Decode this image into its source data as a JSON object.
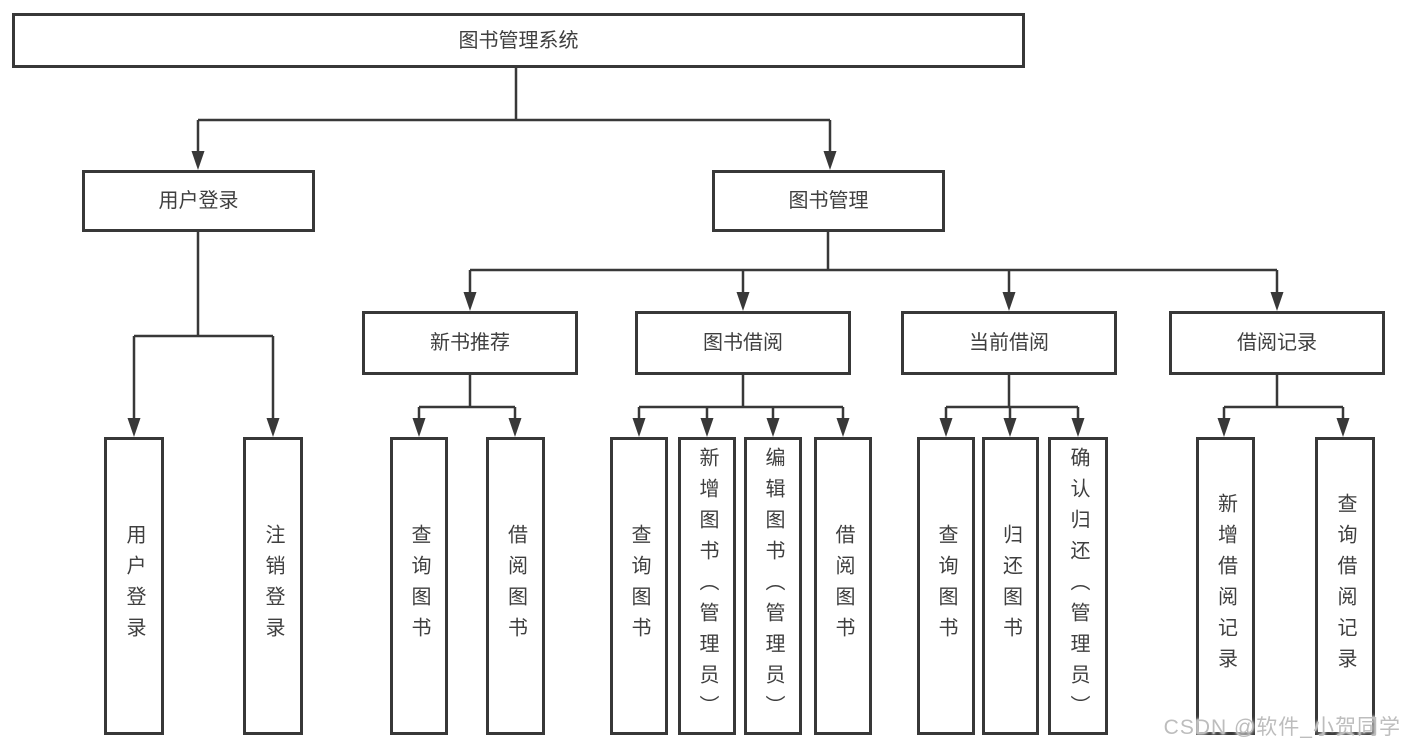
{
  "diagram": {
    "title": "图书管理系统",
    "structure": [
      {
        "label": "用户登录",
        "children": [
          "用户登录",
          "注销登录"
        ]
      },
      {
        "label": "图书管理",
        "children": [
          {
            "label": "新书推荐",
            "children": [
              "查询图书",
              "借阅图书"
            ]
          },
          {
            "label": "图书借阅",
            "children": [
              "查询图书",
              "新增图书（管理员）",
              "编辑图书（管理员）",
              "借阅图书"
            ]
          },
          {
            "label": "当前借阅",
            "children": [
              "查询图书",
              "归还图书",
              "确认归还（管理员）"
            ]
          },
          {
            "label": "借阅记录",
            "children": [
              "新增借阅记录",
              "查询借阅记录"
            ]
          }
        ]
      }
    ]
  },
  "nodes": {
    "root": "图书管理系统",
    "l2_user": "用户登录",
    "l2_book": "图书管理",
    "l3_newrec": "新书推荐",
    "l3_borrow": "图书借阅",
    "l3_current": "当前借阅",
    "l3_records": "借阅记录",
    "leaf_a1": "用户登录",
    "leaf_a2": "注销登录",
    "leaf_b1": "查询图书",
    "leaf_b2": "借阅图书",
    "leaf_c1": "查询图书",
    "leaf_c2": "新增图书（管理员）",
    "leaf_c3": "编辑图书（管理员）",
    "leaf_c4": "借阅图书",
    "leaf_d1": "查询图书",
    "leaf_d2": "归还图书",
    "leaf_d3": "确认归还（管理员）",
    "leaf_e1": "新增借阅记录",
    "leaf_e2": "查询借阅记录"
  },
  "watermark": "CSDN @软件_小贺同学",
  "colors": {
    "line": "#383838",
    "text": "#3f3f3f",
    "watermark": "#bdbdbd",
    "background": "#ffffff"
  }
}
